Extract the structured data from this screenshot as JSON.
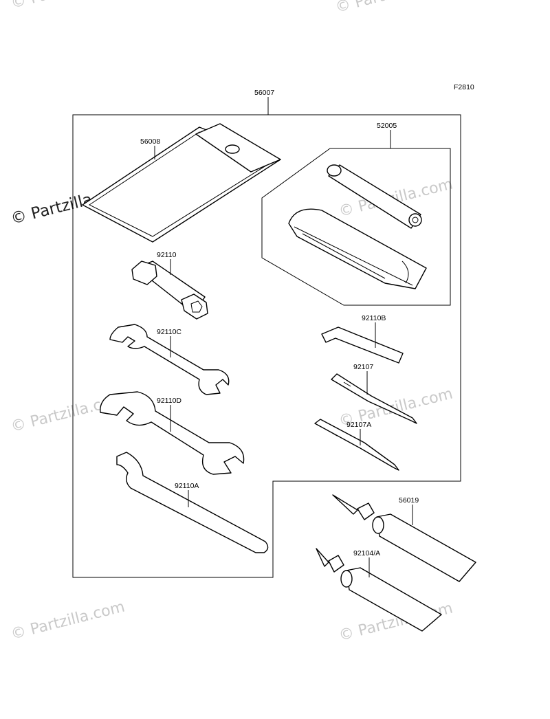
{
  "figure_code": "F2810",
  "watermark": {
    "text": "© Partzilla.com"
  },
  "labels": {
    "kit": "56007",
    "pouch": "56008",
    "bag_set": "52005",
    "plug_wrench": "92110",
    "hex_key": "92110B",
    "wrench_small": "92110C",
    "screwdriver": "92107",
    "wrench_large": "92110D",
    "screwdriver_a": "92107A",
    "hook_spanner": "92110A",
    "tube_upper": "56019",
    "tube_lower": "92104/A"
  }
}
